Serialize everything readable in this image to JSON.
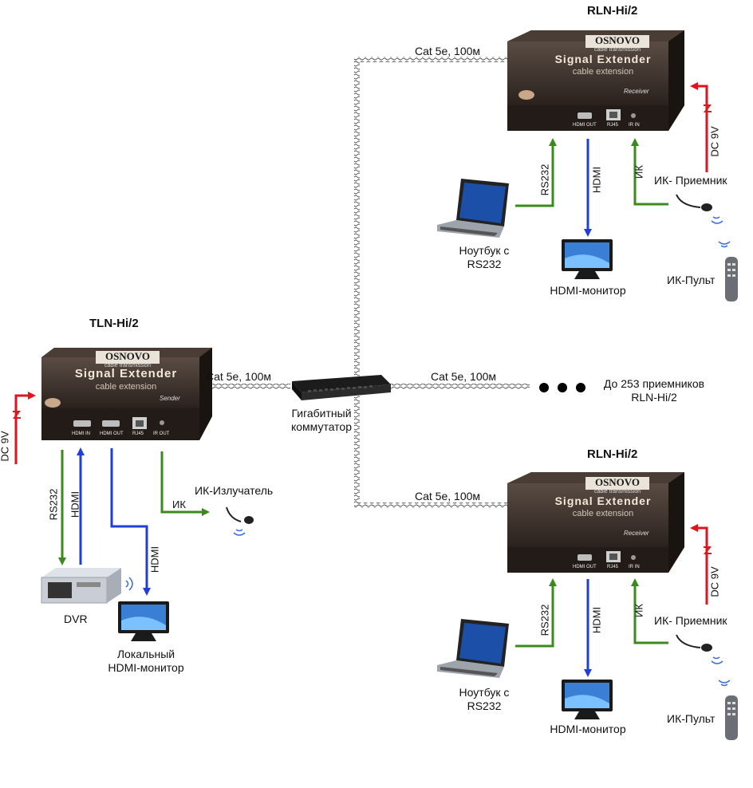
{
  "colors": {
    "rs232": "#3a8a1c",
    "hdmi": "#1f3fd6",
    "ir": "#3a8a1c",
    "power": "#e0141c",
    "device": "#2e2622",
    "cable": "#555555"
  },
  "sender": {
    "model": "TLN-Hi/2",
    "brand": "OSNOVO",
    "brand_sub": "cable transmission",
    "product": "Signal Extender",
    "product_sub": "cable extension",
    "role": "Sender",
    "ports": [
      "HDMI IN",
      "HDMI OUT",
      "RJ45",
      "IR OUT"
    ],
    "power_label": "DC 9V",
    "rs232_label": "RS232",
    "hdmi_label": "HDMI",
    "hdmi_out_label": "HDMI",
    "ir_label": "ИК",
    "ir_device": "ИК-Излучатель",
    "dvr_label": "DVR",
    "local_monitor_label_1": "Локальный",
    "local_monitor_label_2": "HDMI-монитор"
  },
  "switch": {
    "label_1": "Гигабитный",
    "label_2": "коммутатор"
  },
  "cables": {
    "sender_link": "Cat 5e, 100м",
    "receiver_top_link": "Cat 5e, 100м",
    "receiver_mid_link": "Cat 5e, 100м",
    "receiver_bottom_link": "Cat 5e, 100м"
  },
  "more_receivers": {
    "label_1": "До 253 приемников",
    "label_2": "RLN-Hi/2"
  },
  "receivers": [
    {
      "model": "RLN-Hi/2",
      "brand": "OSNOVO",
      "brand_sub": "cable transmission",
      "product": "Signal Extender",
      "product_sub": "cable extension",
      "role": "Receiver",
      "ports": [
        "HDMI OUT",
        "RJ45",
        "IR IN"
      ],
      "power_label": "DC 9V",
      "rs232_label": "RS232",
      "hdmi_label": "HDMI",
      "ir_label": "ИК",
      "ir_receiver": "ИК- Приемник",
      "laptop_label_1": "Ноутбук с",
      "laptop_label_2": "RS232",
      "monitor_label": "HDMI-монитор",
      "remote_label": "ИК-Пульт"
    },
    {
      "model": "RLN-Hi/2",
      "brand": "OSNOVO",
      "brand_sub": "cable transmission",
      "product": "Signal Extender",
      "product_sub": "cable extension",
      "role": "Receiver",
      "ports": [
        "HDMI OUT",
        "RJ45",
        "IR IN"
      ],
      "power_label": "DC 9V",
      "rs232_label": "RS232",
      "hdmi_label": "HDMI",
      "ir_label": "ИК",
      "ir_receiver": "ИК- Приемник",
      "laptop_label_1": "Ноутбук с",
      "laptop_label_2": "RS232",
      "monitor_label": "HDMI-монитор",
      "remote_label": "ИК-Пульт"
    }
  ]
}
